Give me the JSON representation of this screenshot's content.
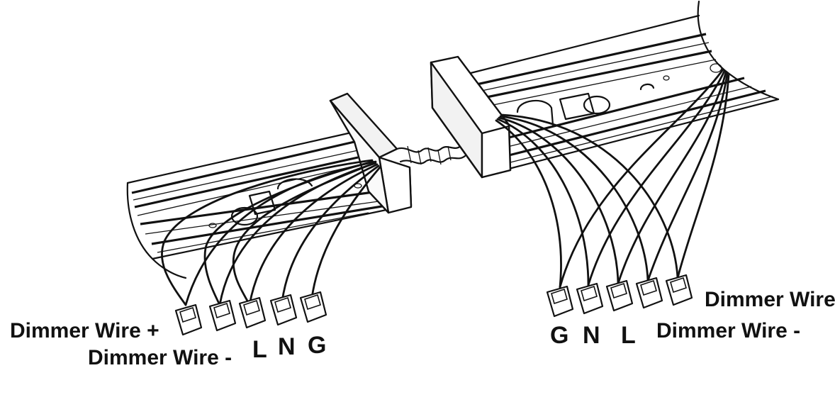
{
  "left_fixture": {
    "labels": {
      "dimmer_plus": "Dimmer Wire +",
      "dimmer_minus": "Dimmer Wire -",
      "line": "L",
      "neutral": "N",
      "ground": "G"
    }
  },
  "right_fixture": {
    "labels": {
      "ground": "G",
      "neutral": "N",
      "line": "L",
      "dimmer": "Dimmer Wire",
      "dimmer_minus": "Dimmer Wire -"
    }
  }
}
